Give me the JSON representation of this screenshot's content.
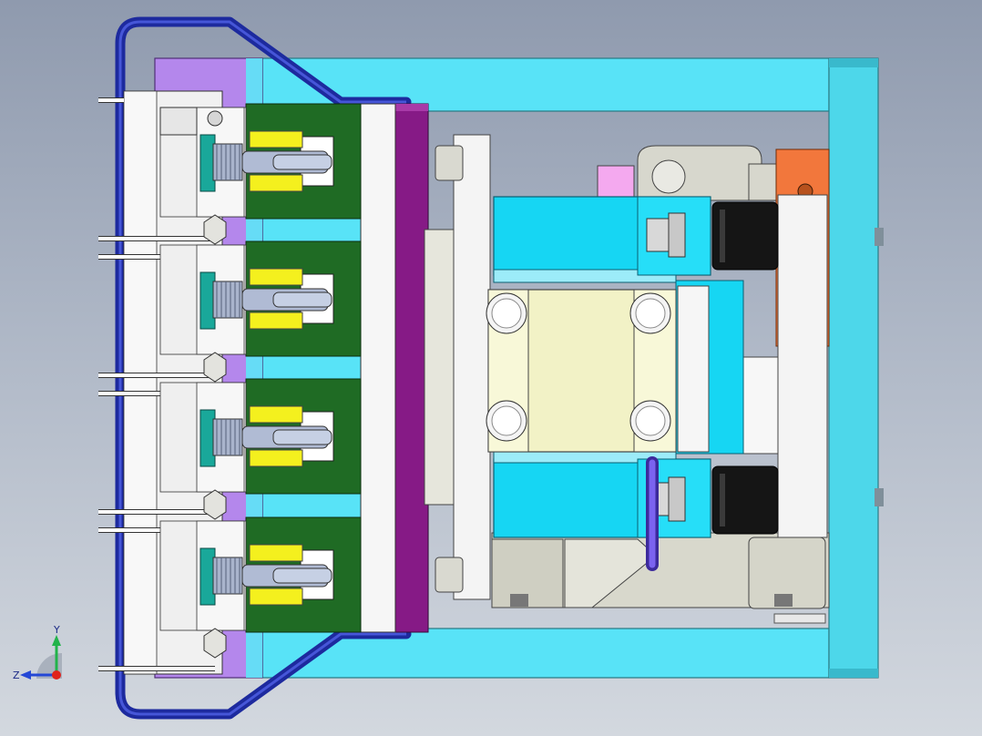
{
  "viewport": {
    "background_top": "#8f9aae",
    "background_bottom": "#d3d8df"
  },
  "model": {
    "colors": {
      "frame": "#58e3f7",
      "frame_dark": "#39b9cc",
      "dark_blue_cable": "#1d2a9e",
      "purple_plate": "#b487ec",
      "violet_bar": "#861a86",
      "green_block": "#1f6b24",
      "yellow_tab": "#f4f01e",
      "teal_gear": "#19a89a",
      "cream_block": "#f2f2c6",
      "cyan_block": "#16d6f3",
      "gray_part": "#d8d8cc",
      "orange_block": "#f2773c",
      "pink_block": "#f4a9ef",
      "black_cylinder": "#151515",
      "white_part": "#f4f4f4"
    },
    "nozzle_count": 4,
    "bolt_count": 4
  },
  "triad": {
    "y_label": "Y",
    "z_label": "Z",
    "y_color": "#22b34a",
    "z_color": "#2448d6",
    "x_color": "#e0221c"
  }
}
